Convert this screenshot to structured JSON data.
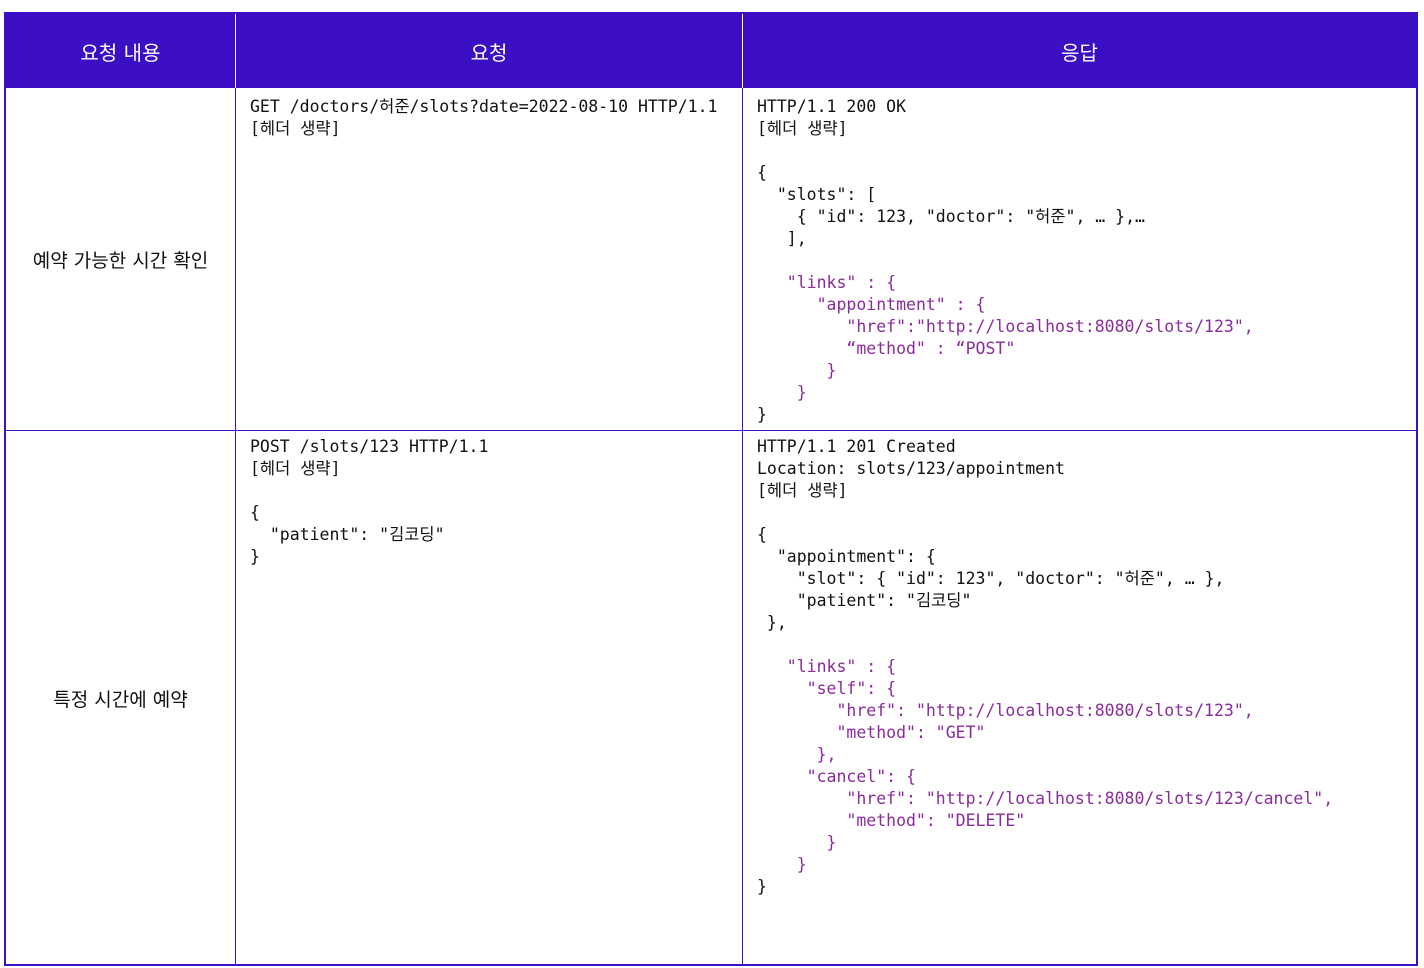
{
  "headers": {
    "col1": "요청 내용",
    "col2": "요청",
    "col3": "응답"
  },
  "rows": [
    {
      "label": "예약 가능한 시간 확인",
      "request_lines": [
        "GET /doctors/허준/slots?date=2022-08-10 HTTP/1.1",
        "[헤더 생략]"
      ],
      "response_lines": [
        "HTTP/1.1 200 OK",
        "[헤더 생략]",
        "",
        "{",
        "  \"slots\": [",
        "    { \"id\": 123, \"doctor\": \"허준\", … },…",
        "   ],",
        "",
        "   \"links\" : {",
        "      \"appointment\" : {",
        "         \"href\":\"http://localhost:8080/slots/123\",",
        "         “method\" : “POST\"",
        "       }",
        "    }",
        "}"
      ]
    },
    {
      "label": "특정 시간에 예약",
      "request_lines": [
        "POST /slots/123 HTTP/1.1",
        "[헤더 생략]",
        "",
        "{",
        "  \"patient\": \"김코딩\"",
        "}"
      ],
      "response_lines": [
        "HTTP/1.1 201 Created",
        "Location: slots/123/appointment",
        "[헤더 생략]",
        "",
        "{",
        "  \"appointment\": {",
        "    \"slot\": { \"id\": 123\", \"doctor\": \"허준\", … },",
        "    \"patient\": \"김코딩\"",
        " },",
        "",
        "   \"links\" : {",
        "     \"self\": {",
        "        \"href\": \"http://localhost:8080/slots/123\",",
        "        \"method\": \"GET\"",
        "      },",
        "     \"cancel\": {",
        "         \"href\": \"http://localhost:8080/slots/123/cancel\",",
        "         \"method\": \"DELETE\"",
        "       }",
        "    }",
        "}"
      ]
    }
  ],
  "colors": {
    "header_bg": "#3d0fc4",
    "link_text": "#8a2b9e"
  }
}
